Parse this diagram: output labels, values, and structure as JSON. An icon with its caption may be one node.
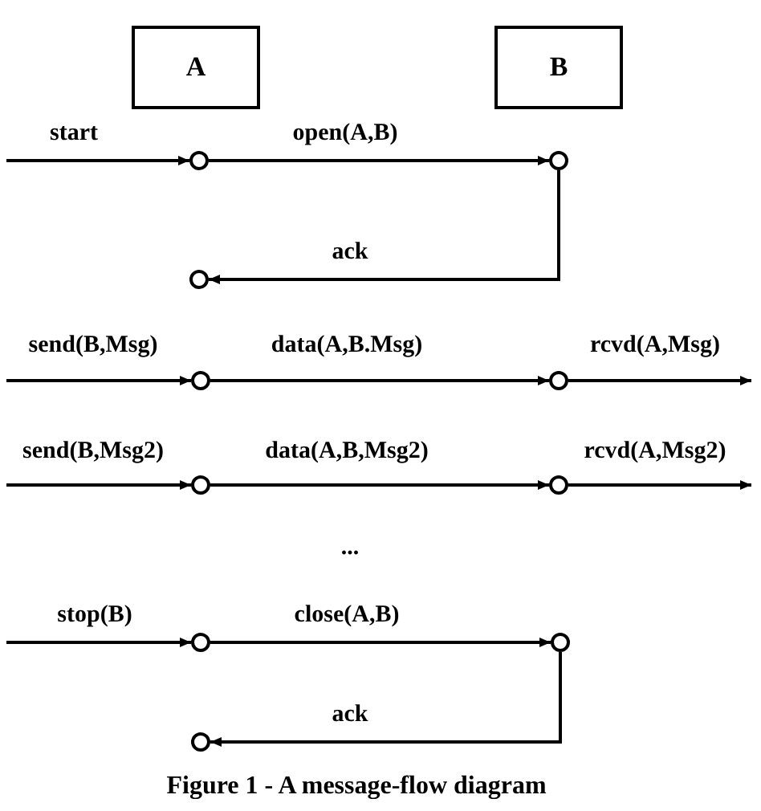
{
  "diagram": {
    "caption": "Figure 1 - A message-flow diagram",
    "nodes": [
      {
        "text": [
          "A"
        ]
      },
      {
        "text": [
          "B"
        ]
      },
      {
        "text": [],
        "shape": "circle"
      },
      {
        "text": [],
        "shape": "circle"
      },
      {
        "text": [],
        "shape": "circle"
      },
      {
        "text": [],
        "shape": "circle"
      },
      {
        "text": [],
        "shape": "circle"
      },
      {
        "text": [],
        "shape": "circle"
      },
      {
        "text": [],
        "shape": "circle"
      },
      {
        "text": [],
        "shape": "circle"
      },
      {
        "text": [],
        "shape": "circle"
      },
      {
        "text": [],
        "shape": "circle"
      }
    ],
    "edges": [
      {
        "from": null,
        "to": 2,
        "arrow": "to",
        "label": "start"
      },
      {
        "from": 2,
        "to": 3,
        "arrow": "to",
        "label": "open(A,B)"
      },
      {
        "from": 3,
        "to": 4,
        "arrow": "to",
        "label": "ack"
      },
      {
        "from": null,
        "to": 5,
        "arrow": "to",
        "label": "send(B,Msg)"
      },
      {
        "from": 5,
        "to": 6,
        "arrow": "to",
        "label": "data(A,B.Msg)"
      },
      {
        "from": 6,
        "to": null,
        "arrow": "to",
        "label": "rcvd(A,Msg)"
      },
      {
        "from": null,
        "to": 7,
        "arrow": "to",
        "label": "send(B,Msg2)"
      },
      {
        "from": 7,
        "to": 8,
        "arrow": "to",
        "label": "data(A,B,Msg2)"
      },
      {
        "from": 8,
        "to": null,
        "arrow": "to",
        "label": "rcvd(A,Msg2)"
      },
      {
        "from": null,
        "to": 9,
        "arrow": "to",
        "label": "stop(B)"
      },
      {
        "from": 9,
        "to": 10,
        "arrow": "to",
        "label": "close(A,B)"
      },
      {
        "from": 10,
        "to": 11,
        "arrow": "to",
        "label": "ack"
      }
    ],
    "labels": [
      "..."
    ]
  }
}
